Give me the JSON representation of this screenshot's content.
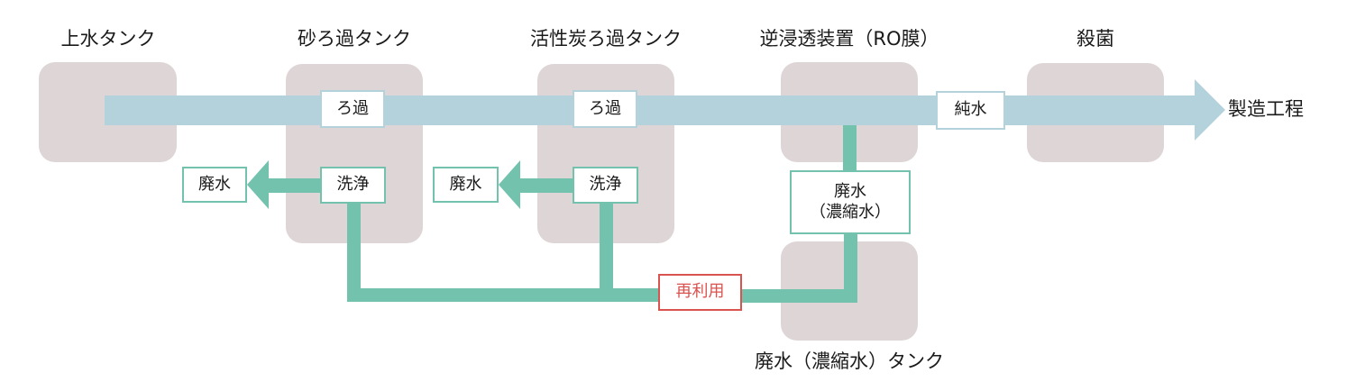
{
  "colors": {
    "tank": "#ded6d6",
    "clean_flow": "#b3d2db",
    "waste_flow": "#73c2ae",
    "reuse": "#d9534f",
    "text": "#1a1a1a"
  },
  "stages": [
    {
      "id": "supply-tank",
      "title": "上水タンク"
    },
    {
      "id": "sand-filter-tank",
      "title": "砂ろ過タンク",
      "process_label": "ろ過",
      "wash_label": "洗浄",
      "waste_label": "廃水"
    },
    {
      "id": "carbon-filter-tank",
      "title": "活性炭ろ過タンク",
      "process_label": "ろ過",
      "wash_label": "洗浄",
      "waste_label": "廃水"
    },
    {
      "id": "ro-unit",
      "title": "逆浸透装置（RO膜）",
      "output_label": "純水",
      "waste_label_line1": "廃水",
      "waste_label_line2": "（濃縮水）"
    },
    {
      "id": "sterilization",
      "title": "殺菌"
    }
  ],
  "destination": "製造工程",
  "waste_tank": {
    "title": "廃水（濃縮水）タンク"
  },
  "reuse_label": "再利用"
}
